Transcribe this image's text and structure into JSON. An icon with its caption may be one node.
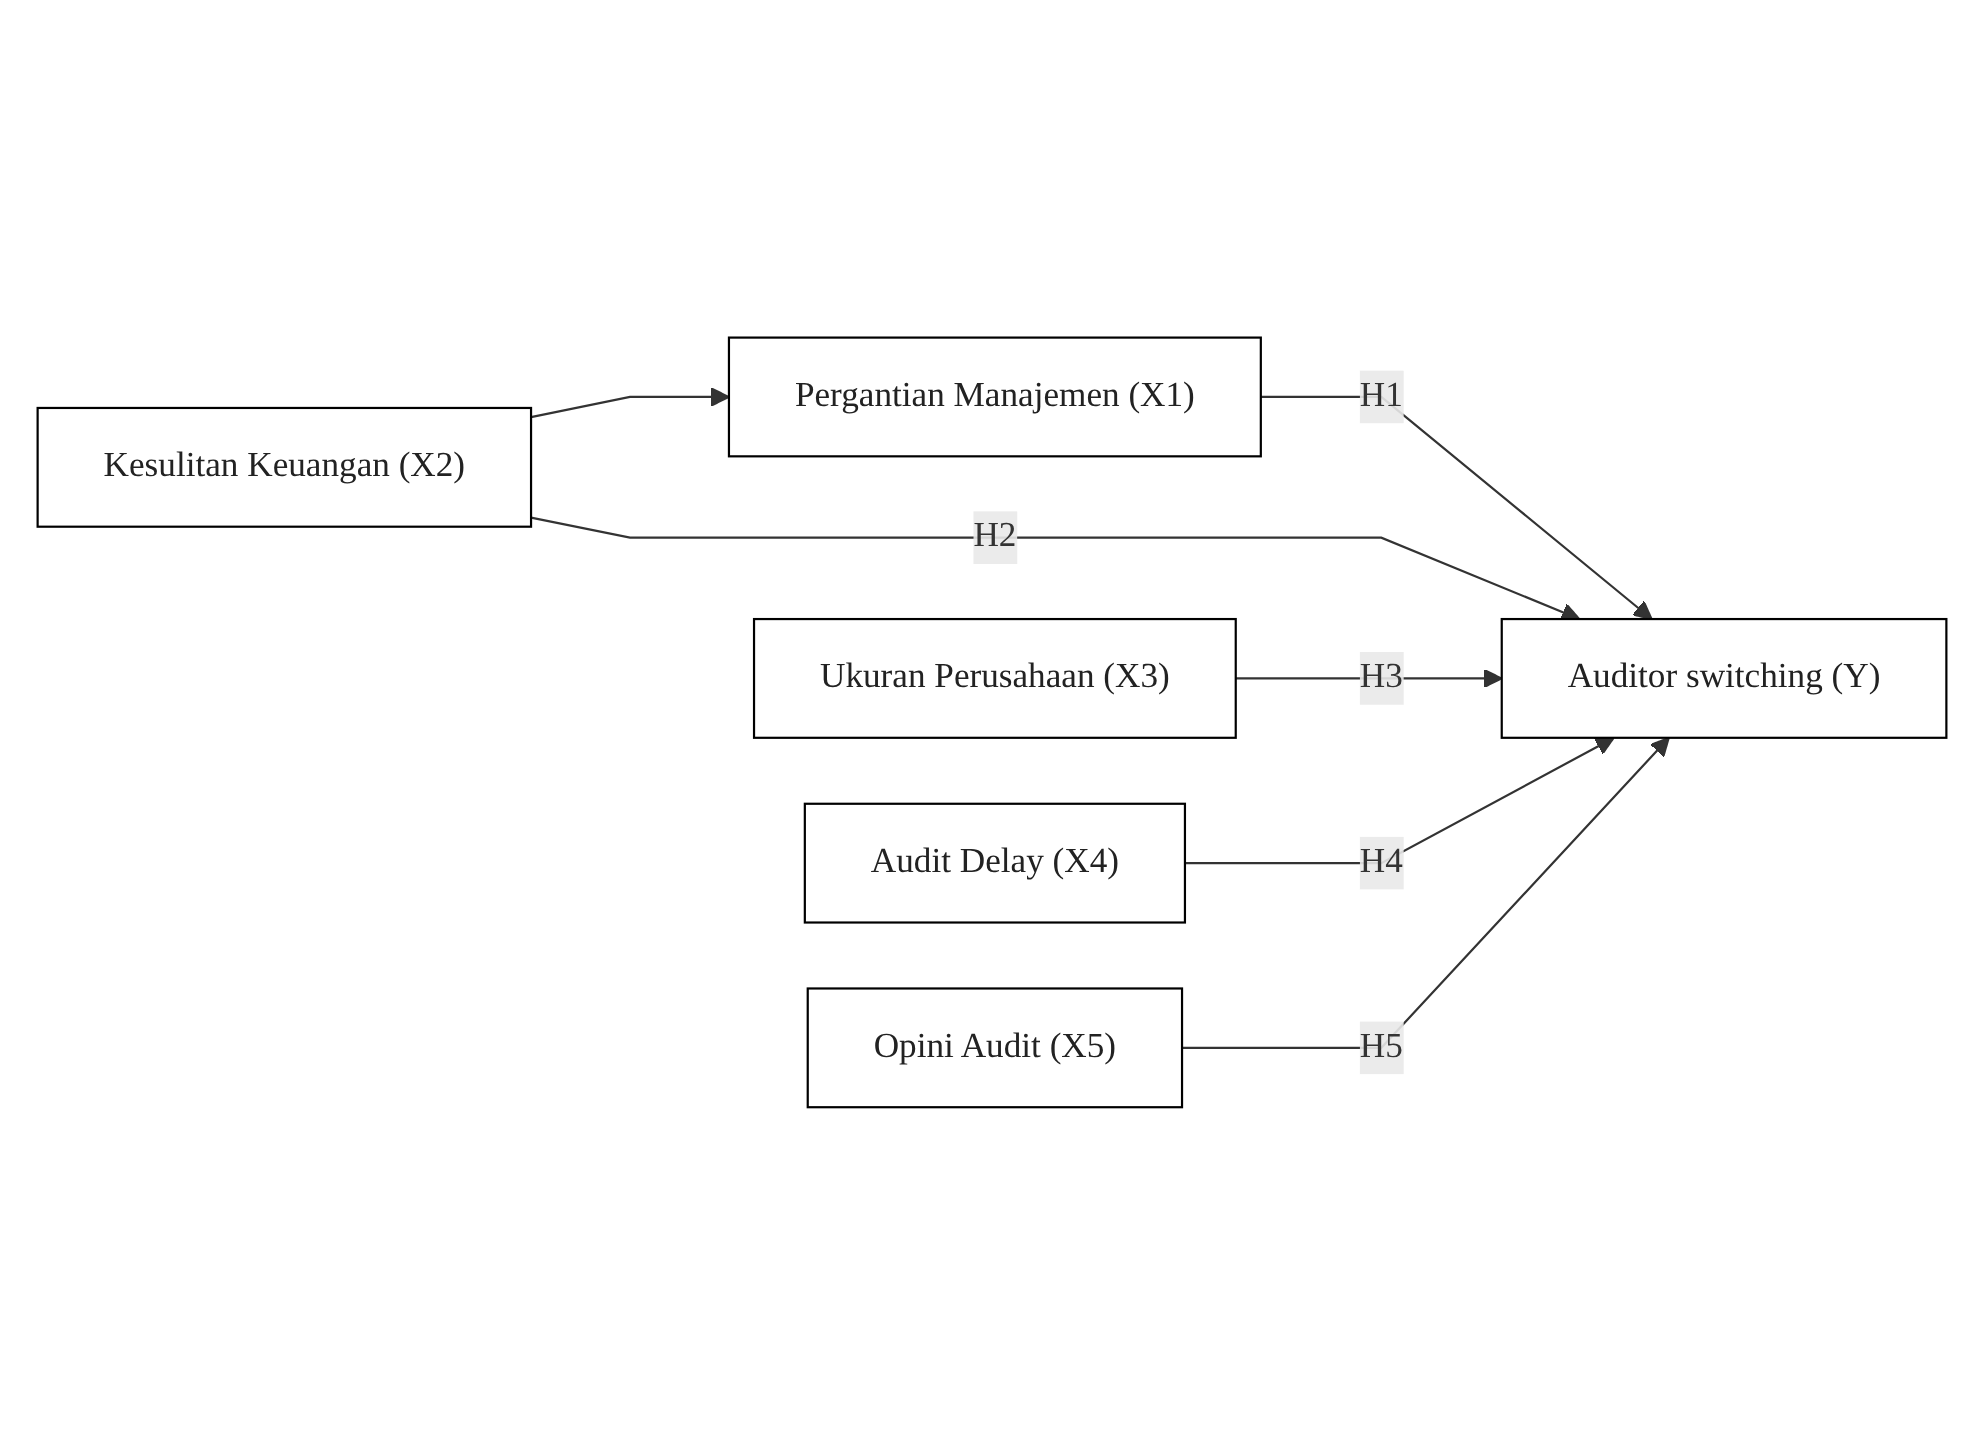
{
  "diagram": {
    "nodes": [
      {
        "text": [
          "Pergantian Manajemen (X1)"
        ]
      },
      {
        "text": [
          "Kesulitan Keuangan (X2)"
        ]
      },
      {
        "text": [
          "Ukuran Perusahaan (X3)"
        ]
      },
      {
        "text": [
          "Audit Delay (X4)"
        ]
      },
      {
        "text": [
          "Opini Audit (X5)"
        ]
      },
      {
        "text": [
          "Auditor switching (Y)"
        ]
      }
    ],
    "edges": [
      {
        "from": 1,
        "to": 0,
        "arrow": "to"
      },
      {
        "from": 0,
        "to": 5,
        "label": "H1",
        "arrow": "to"
      },
      {
        "from": 1,
        "to": 5,
        "label": "H2",
        "arrow": "to"
      },
      {
        "from": 2,
        "to": 5,
        "label": "H3",
        "arrow": "to"
      },
      {
        "from": 3,
        "to": 5,
        "label": "H4",
        "arrow": "to"
      },
      {
        "from": 4,
        "to": 5,
        "label": "H5",
        "arrow": "to"
      }
    ]
  }
}
